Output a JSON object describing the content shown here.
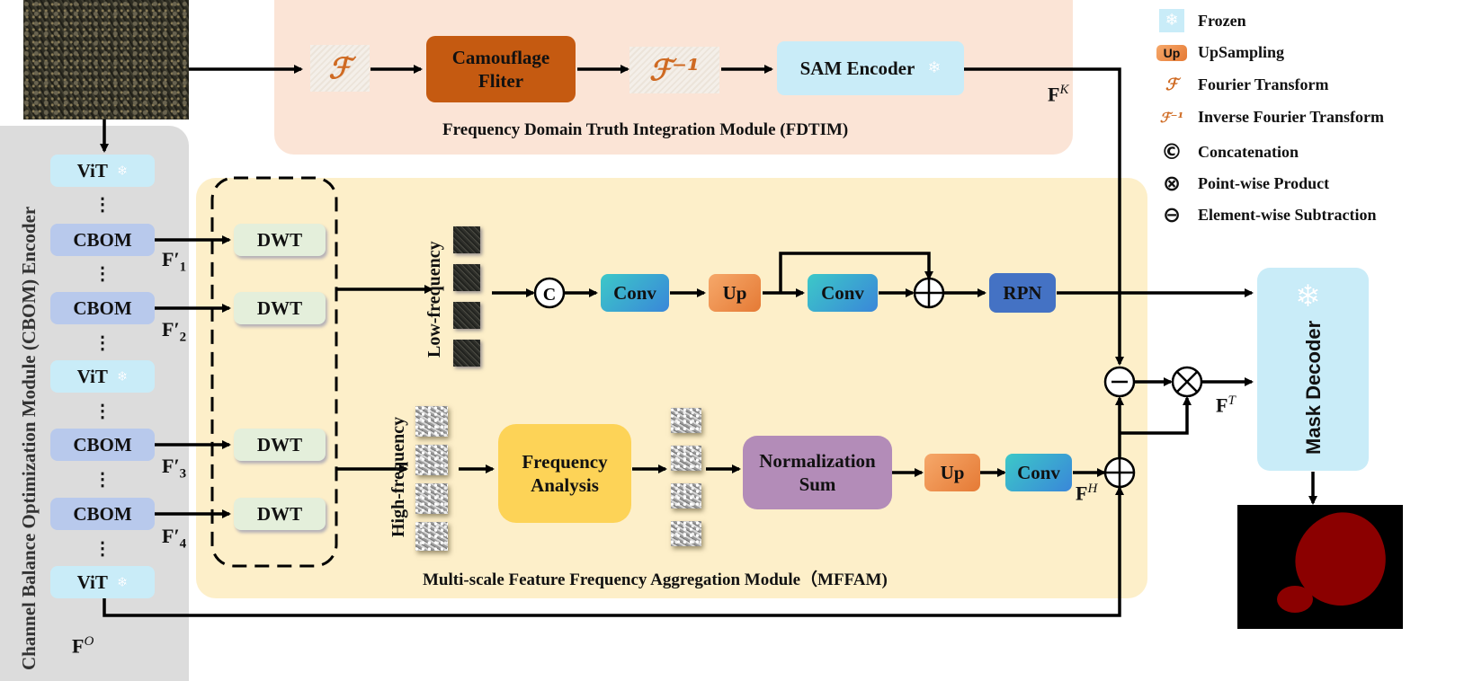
{
  "legend": {
    "items": [
      {
        "icon": "snowflake-icon",
        "label": "Frozen"
      },
      {
        "icon": "up-badge-icon",
        "badge": "Up",
        "label": "UpSampling"
      },
      {
        "icon": "fourier-icon",
        "label": "Fourier Transform"
      },
      {
        "icon": "inverse-fourier-icon",
        "label": "Inverse Fourier Transform"
      },
      {
        "icon": "concat-icon",
        "label": "Concatenation"
      },
      {
        "icon": "product-icon",
        "label": "Point-wise Product"
      },
      {
        "icon": "subtraction-icon",
        "label": "Element-wise Subtraction"
      }
    ]
  },
  "fdtim": {
    "title": "Frequency Domain Truth Integration Module (FDTIM)",
    "fourier_symbol": "ℱ",
    "camouflage_filter": "Camouflage Fliter",
    "inverse_symbol": "ℱ⁻¹",
    "sam_encoder": "SAM Encoder",
    "output_label": "F",
    "output_sup": "K"
  },
  "encoder": {
    "title": "Channel Balance Optimization Module (CBOM) Encoder",
    "blocks": [
      {
        "type": "vit",
        "label": "ViT"
      },
      {
        "type": "cbom",
        "label": "CBOM",
        "feature": "F",
        "sub": "1"
      },
      {
        "type": "cbom",
        "label": "CBOM",
        "feature": "F",
        "sub": "2"
      },
      {
        "type": "vit",
        "label": "ViT"
      },
      {
        "type": "cbom",
        "label": "CBOM",
        "feature": "F",
        "sub": "3"
      },
      {
        "type": "cbom",
        "label": "CBOM",
        "feature": "F",
        "sub": "4"
      },
      {
        "type": "vit",
        "label": "ViT"
      }
    ],
    "ellipsis": "⋮",
    "output_label": "F",
    "output_sup": "O"
  },
  "mffam": {
    "title": "Multi-scale Feature Frequency Aggregation Module（MFFAM)",
    "dwt_label": "DWT",
    "low_frequency": "Low-frequency",
    "high_frequency": "High-frequency",
    "concat_symbol": "C",
    "conv": "Conv",
    "up": "Up",
    "rpn": "RPN",
    "frequency_analysis": "Frequency Analysis",
    "normalization_sum": "Normalization Sum",
    "fh_label": "F",
    "fh_sup": "H"
  },
  "decoder": {
    "label": "Mask Decoder",
    "ft_label": "F",
    "ft_sup": "T"
  },
  "colors": {
    "fdtim_bg": "#fbe4d6",
    "mffam_bg": "#fdefc9",
    "encoder_bg": "#dcdcdc",
    "frozen": "#c9ecf8",
    "cbom": "#b8c9ec",
    "camouflage": "#c55a11",
    "rpn": "#4472c4",
    "freq_analysis": "#fdd357",
    "norm_sum": "#b38cb8",
    "mask_fg": "#8b0000"
  }
}
